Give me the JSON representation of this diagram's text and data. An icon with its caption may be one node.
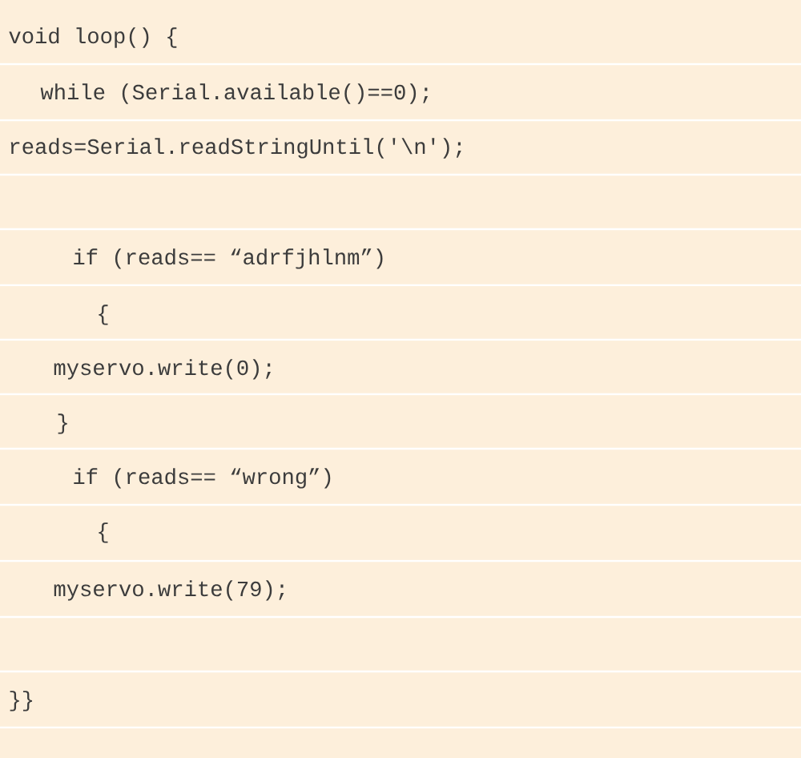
{
  "diagram": {
    "labels": [
      "void loop() {",
      "while (Serial.available()==0);",
      "reads=Serial.readStringUntil('\\n');",
      "if (reads== “adrfjhlnm”)",
      "{",
      "myservo.write(0);",
      "}",
      "if (reads== “wrong”)",
      "{",
      "myservo.write(79);",
      "}}"
    ]
  }
}
